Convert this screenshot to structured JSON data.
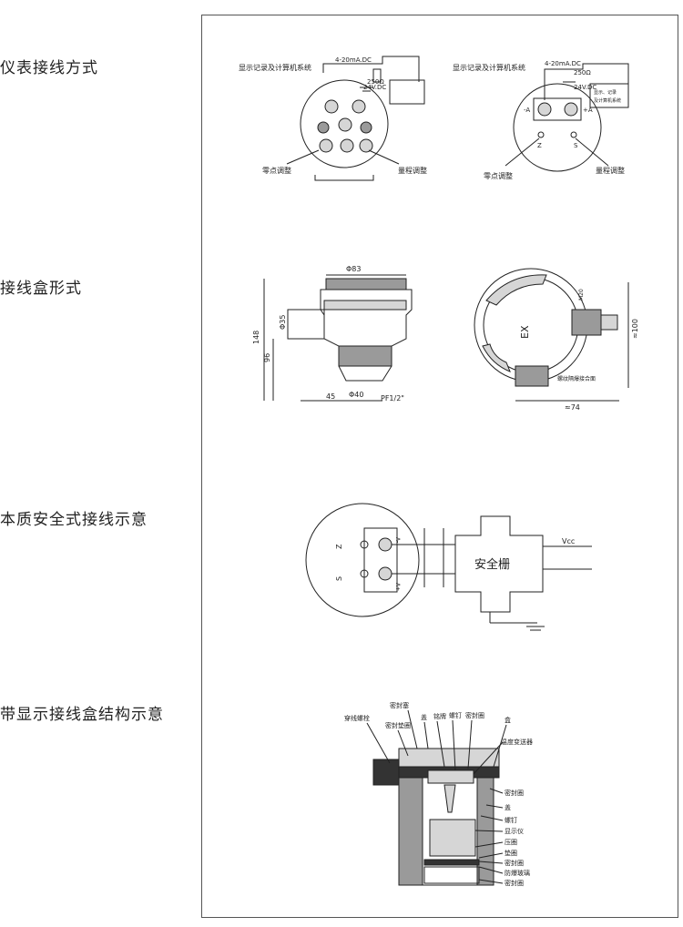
{
  "sections": {
    "wiring_method": "仪表接线方式",
    "box_form": "接线盒形式",
    "intrinsic_safe": "本质安全式接线示意",
    "display_box": "带显示接线盒结构示意"
  },
  "wiring": {
    "left": {
      "system": "显示记录及计算机系统",
      "signal": "4-20mA.DC",
      "resistor": "250Ω",
      "power": "24V.DC",
      "zero": "零点调整",
      "span": "量程调整"
    },
    "right": {
      "system": "显示记录及计算机系统",
      "signal": "4-20mA.DC",
      "resistor": "250Ω",
      "power": "24V.DC",
      "box_label_1": "显示、记录",
      "box_label_2": "及计算机系统",
      "zero": "零点调整",
      "span": "量程调整",
      "minus": "-A",
      "plus": "+A",
      "z": "Z",
      "s": "S"
    }
  },
  "box": {
    "left": {
      "d83": "Φ83",
      "d35": "Φ35",
      "h148": "148",
      "h96": "96",
      "w45": "45",
      "d40": "Φ40",
      "pf": "PF1/2\""
    },
    "right": {
      "ex": "EX",
      "h100": "≈100",
      "w74": "≈74",
      "note": "螺纹隔爆接合面",
      "m20": "M20"
    }
  },
  "intrinsic": {
    "barrier": "安全栅",
    "vcc": "Vcc",
    "z": "Z",
    "s": "S",
    "minus": "A-",
    "plus": "A+"
  },
  "structure": {
    "labels_top": [
      "穿线螺栓",
      "密封塞",
      "密封垫圈",
      "盖",
      "铭牌",
      "螺钉",
      "密封圈",
      "盒",
      "温度变送器"
    ],
    "labels_right": [
      "密封圈",
      "盖",
      "螺钉",
      "显示仪",
      "压圈",
      "垫圈",
      "密封圈",
      "防爆玻璃",
      "密封圈"
    ]
  }
}
